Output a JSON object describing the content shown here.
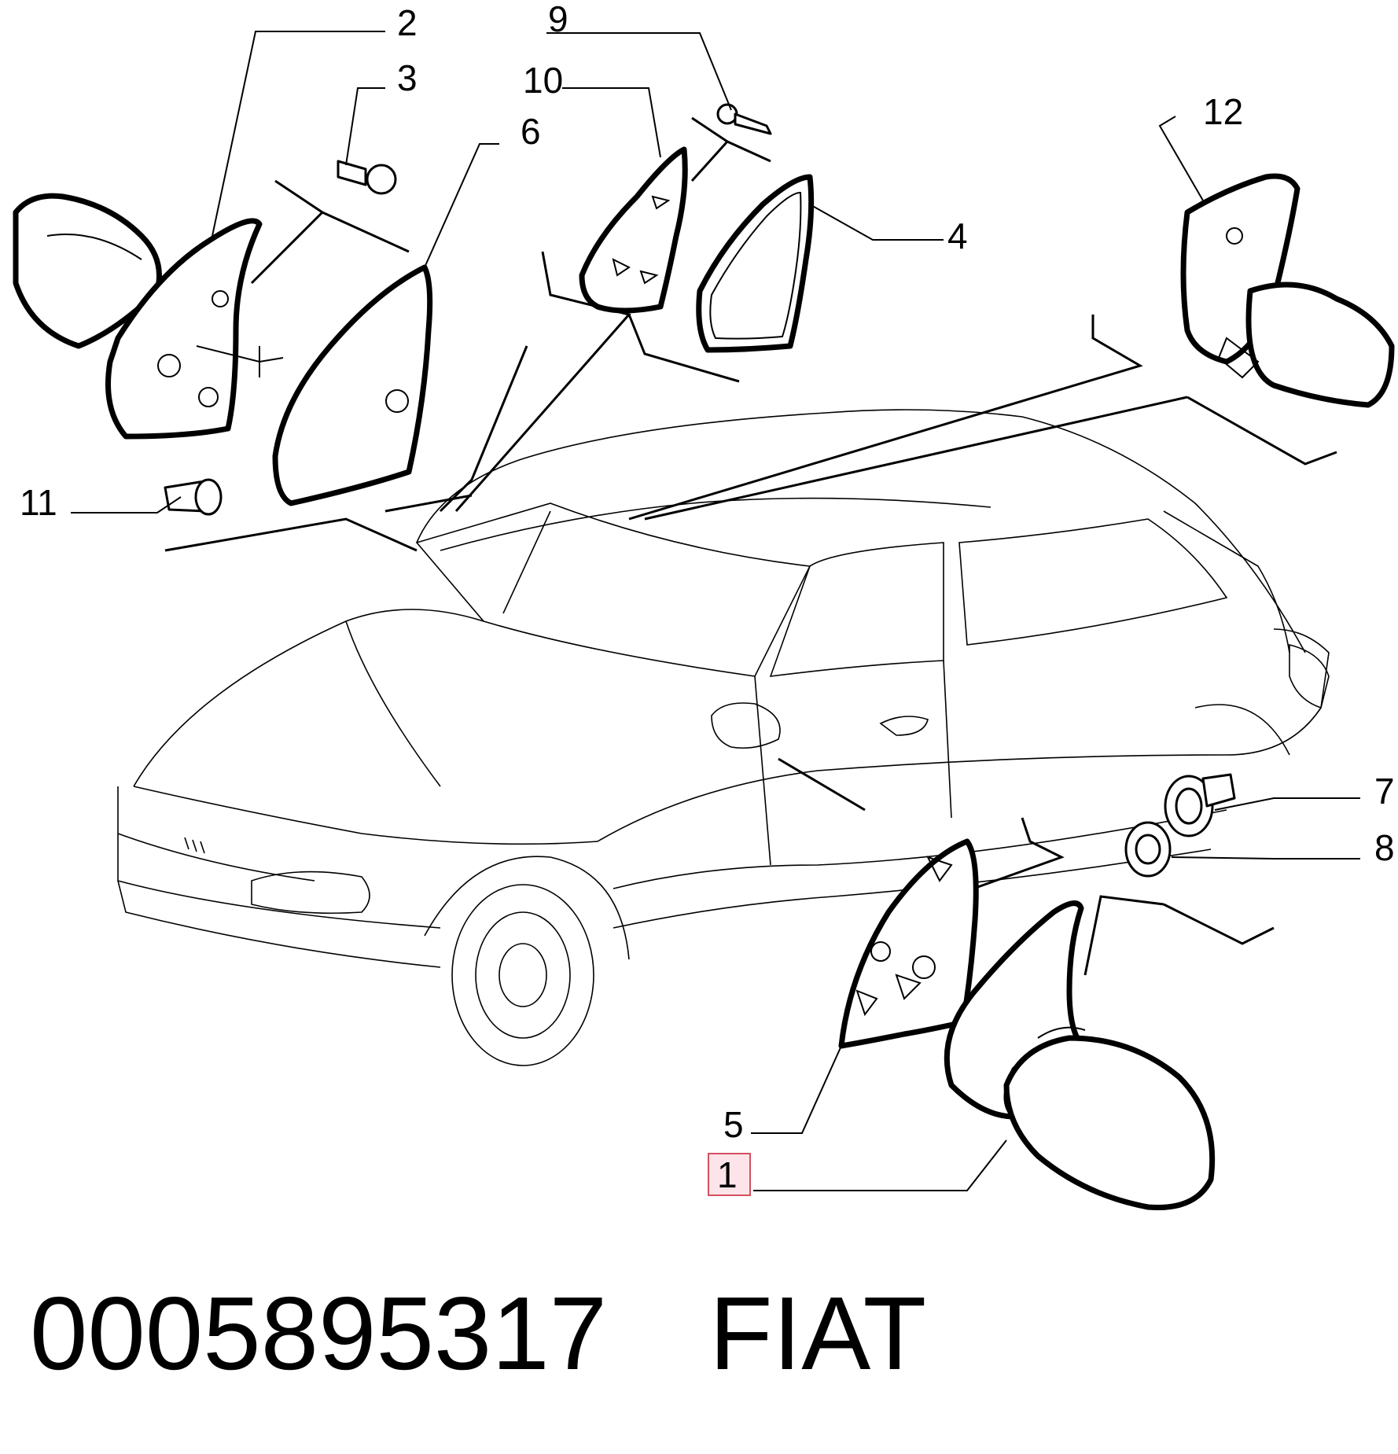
{
  "callouts": [
    {
      "id": "1",
      "label": "1",
      "highlighted": true
    },
    {
      "id": "2",
      "label": "2"
    },
    {
      "id": "3",
      "label": "3"
    },
    {
      "id": "4",
      "label": "4"
    },
    {
      "id": "5",
      "label": "5"
    },
    {
      "id": "6",
      "label": "6"
    },
    {
      "id": "7",
      "label": "7"
    },
    {
      "id": "8",
      "label": "8"
    },
    {
      "id": "9",
      "label": "9"
    },
    {
      "id": "10",
      "label": "10"
    },
    {
      "id": "11",
      "label": "11"
    },
    {
      "id": "12",
      "label": "12"
    }
  ],
  "footer": {
    "part_number": "0005895317",
    "brand": "FIAT"
  },
  "colors": {
    "line": "#000000",
    "highlight_fill": "#fde4e8",
    "highlight_border": "#d45060"
  }
}
